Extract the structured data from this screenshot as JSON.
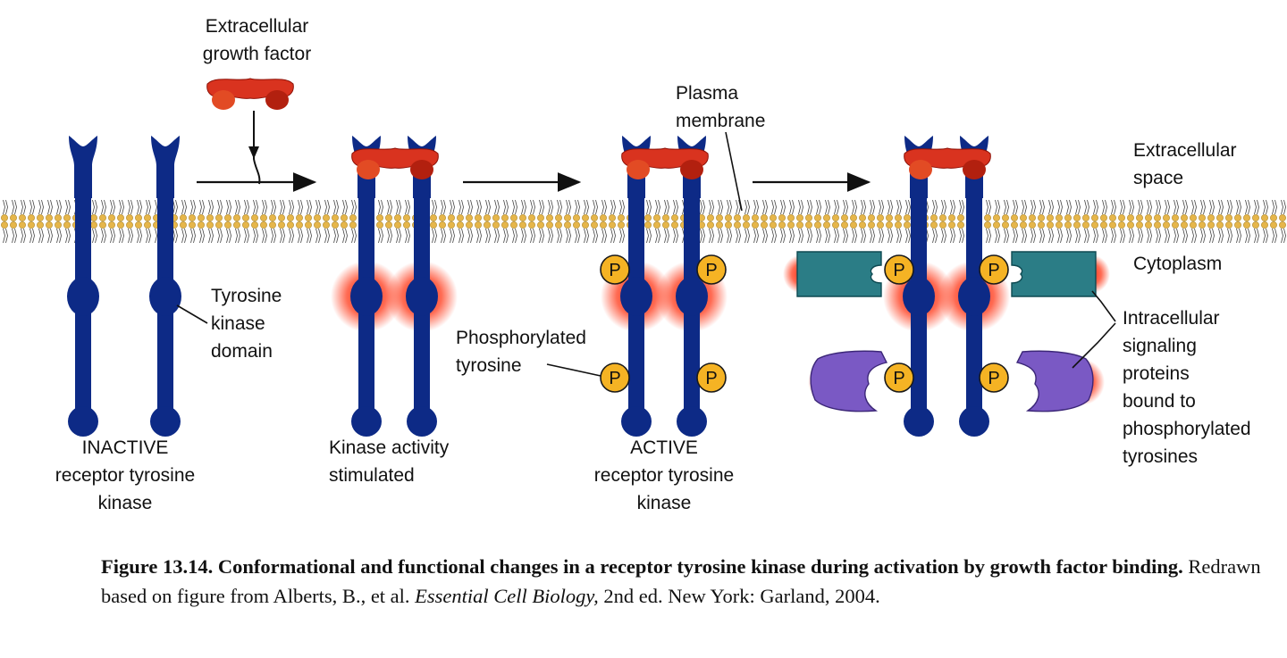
{
  "labels": {
    "growth_factor": [
      "Extracellular",
      "growth factor"
    ],
    "plasma_membrane": [
      "Plasma",
      "membrane"
    ],
    "extracellular_space": [
      "Extracellular",
      "space"
    ],
    "cytoplasm": "Cytoplasm",
    "kinase_domain": [
      "Tyrosine",
      "kinase",
      "domain"
    ],
    "phospho_tyrosine": [
      "Phosphorylated",
      "tyrosine"
    ],
    "intracellular_proteins": [
      "Intracellular",
      "signaling",
      "proteins",
      "bound to",
      "phosphorylated",
      "tyrosines"
    ],
    "stage1": [
      "INACTIVE",
      "receptor tyrosine",
      "kinase"
    ],
    "stage2": [
      "Kinase activity",
      "stimulated"
    ],
    "stage3": [
      "ACTIVE",
      "receptor tyrosine",
      "kinase"
    ],
    "phosphate": "P"
  },
  "caption": {
    "bold": "Figure 13.14.  Conformational and functional changes in a receptor tyrosine kinase during activation by growth factor binding.",
    "text1": " Redrawn based on figure from Alberts, B., et al. ",
    "italic": "Essential Cell Biology,",
    "text2": " 2nd ed. New York: Garland, 2004."
  },
  "colors": {
    "receptor": "#0d2a86",
    "ligand": "#d9331f",
    "ligand_dark": "#a8170f",
    "phosphate": "#f5b324",
    "membrane_head": "#e6b64a",
    "glow": "#ff3a1a",
    "teal_protein": "#2b7d86",
    "purple_protein": "#7a59c4"
  }
}
